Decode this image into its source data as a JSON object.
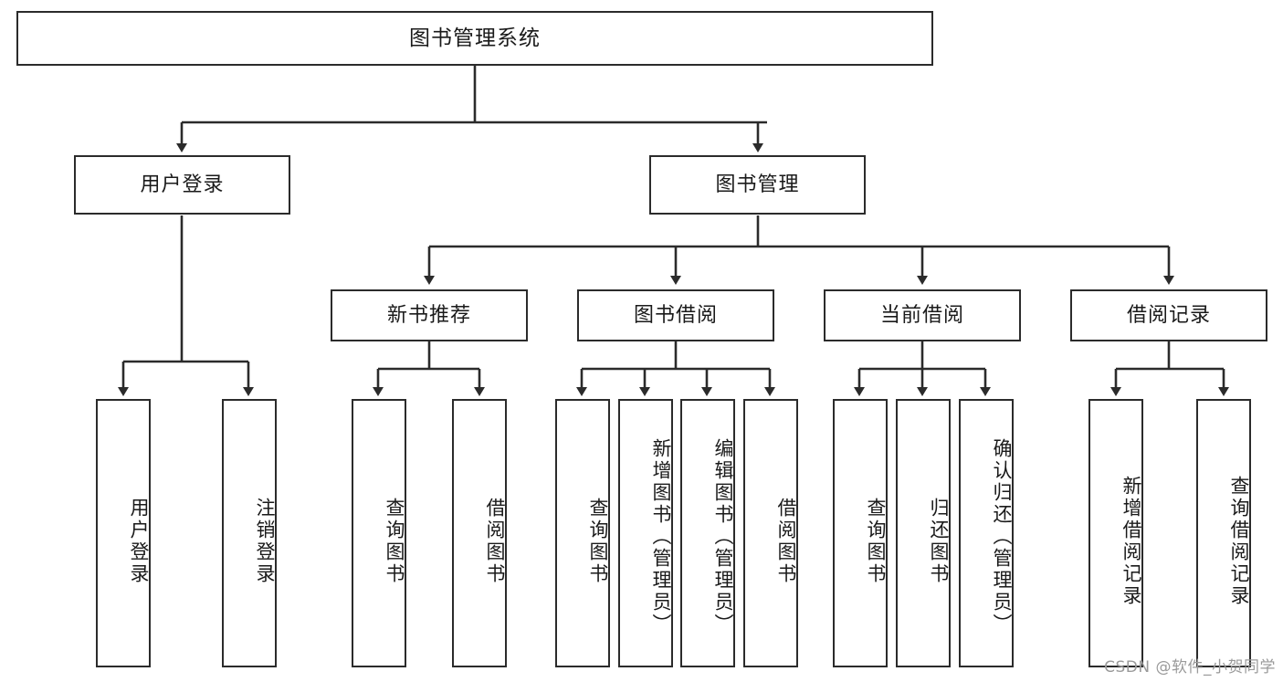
{
  "diagram": {
    "type": "tree",
    "root": {
      "id": "root",
      "label": "图书管理系统"
    },
    "level2": [
      {
        "id": "user-login",
        "label": "用户登录"
      },
      {
        "id": "book-manage",
        "label": "图书管理"
      }
    ],
    "level3": [
      {
        "id": "new-book-rec",
        "label": "新书推荐",
        "parent": "book-manage"
      },
      {
        "id": "book-borrow",
        "label": "图书借阅",
        "parent": "book-manage"
      },
      {
        "id": "current-borrow",
        "label": "当前借阅",
        "parent": "book-manage"
      },
      {
        "id": "borrow-record",
        "label": "借阅记录",
        "parent": "book-manage"
      }
    ],
    "leaves": {
      "user_login": [
        {
          "id": "leaf-user-login",
          "label": "用户登录"
        },
        {
          "id": "leaf-user-logout",
          "label": "注销登录"
        }
      ],
      "new_book_rec": [
        {
          "id": "leaf-query-book-1",
          "label": "查询图书"
        },
        {
          "id": "leaf-borrow-book-1",
          "label": "借阅图书"
        }
      ],
      "book_borrow": [
        {
          "id": "leaf-query-book-2",
          "label": "查询图书"
        },
        {
          "id": "leaf-add-book",
          "label": "新增图书（管理员）"
        },
        {
          "id": "leaf-edit-book",
          "label": "编辑图书（管理员）"
        },
        {
          "id": "leaf-borrow-book-2",
          "label": "借阅图书"
        }
      ],
      "current_borrow": [
        {
          "id": "leaf-query-book-3",
          "label": "查询图书"
        },
        {
          "id": "leaf-return-book",
          "label": "归还图书"
        },
        {
          "id": "leaf-confirm-return",
          "label": "确认归还（管理员）"
        }
      ],
      "borrow_record": [
        {
          "id": "leaf-add-record",
          "label": "新增借阅记录"
        },
        {
          "id": "leaf-query-record",
          "label": "查询借阅记录"
        }
      ]
    }
  },
  "watermark": {
    "text": "CSDN @软件_小贺同学"
  },
  "colors": {
    "stroke": "#2b2b2b",
    "fill": "#ffffff",
    "text": "#1a1a1a",
    "watermark": "#9a9a9a"
  }
}
